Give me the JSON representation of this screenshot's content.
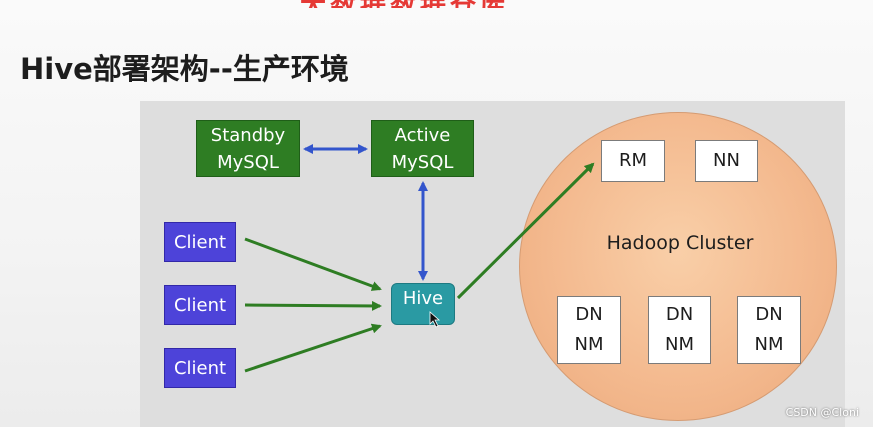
{
  "slide": {
    "header_fragment": "大数据数据仓库",
    "title": "Hive部署架构--生产环境",
    "watermark": "CSDN @Cloni"
  },
  "mysql": {
    "standby": {
      "line1": "Standby",
      "line2": "MySQL"
    },
    "active": {
      "line1": "Active",
      "line2": "MySQL"
    }
  },
  "clients": [
    {
      "label": "Client"
    },
    {
      "label": "Client"
    },
    {
      "label": "Client"
    }
  ],
  "hive": {
    "label": "Hive"
  },
  "cluster": {
    "label": "Hadoop Cluster",
    "masters": [
      {
        "label": "RM"
      },
      {
        "label": "NN"
      }
    ],
    "workers": [
      {
        "line1": "DN",
        "line2": "NM"
      },
      {
        "line1": "DN",
        "line2": "NM"
      },
      {
        "line1": "DN",
        "line2": "NM"
      }
    ]
  },
  "colors": {
    "mysql": "#2e7d23",
    "client": "#4d43d9",
    "hive": "#2a9aa3",
    "cluster_fill": "#f3b88d",
    "arrow_green": "#2e7d23",
    "arrow_blue": "#3355cc"
  }
}
